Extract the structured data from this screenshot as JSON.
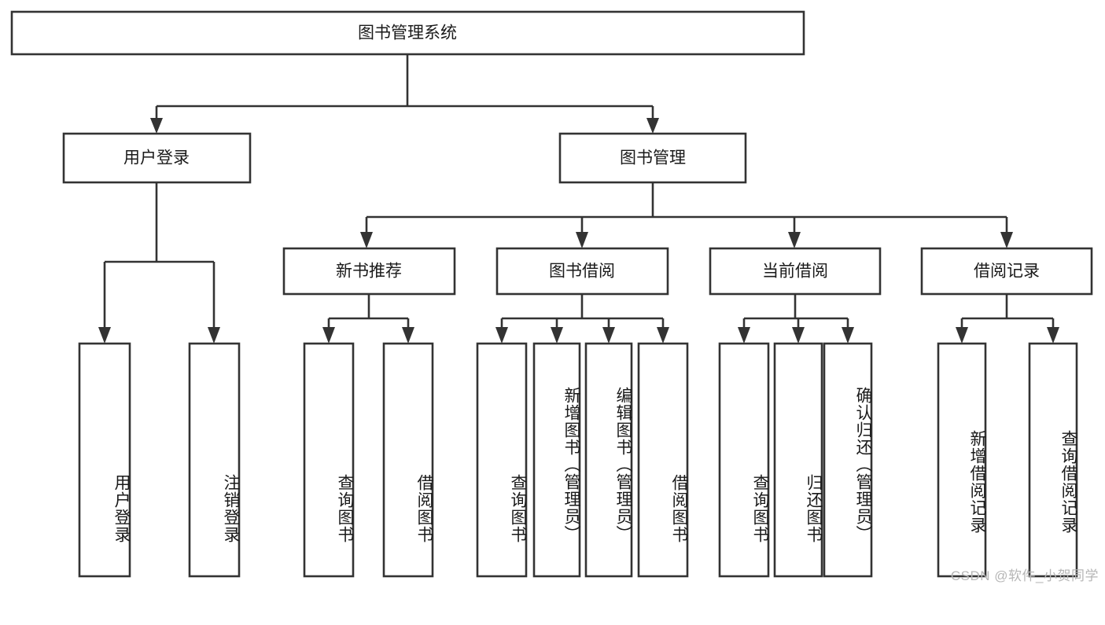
{
  "diagram": {
    "title": "图书管理系统",
    "type": "tree-hierarchy-chart",
    "root": {
      "id": "root",
      "label": "图书管理系统",
      "orientation": "horizontal"
    },
    "level2": [
      {
        "id": "user-login",
        "label": "用户登录",
        "orientation": "horizontal"
      },
      {
        "id": "book-management",
        "label": "图书管理",
        "orientation": "horizontal"
      }
    ],
    "level3": [
      {
        "id": "new-book-recommend",
        "label": "新书推荐",
        "orientation": "horizontal",
        "parent": "book-management"
      },
      {
        "id": "book-borrow",
        "label": "图书借阅",
        "orientation": "horizontal",
        "parent": "book-management"
      },
      {
        "id": "current-borrow",
        "label": "当前借阅",
        "orientation": "horizontal",
        "parent": "book-management"
      },
      {
        "id": "borrow-record",
        "label": "借阅记录",
        "orientation": "horizontal",
        "parent": "book-management"
      }
    ],
    "leaves": [
      {
        "id": "leaf-user-login",
        "label": "用户登录",
        "parent": "user-login",
        "orientation": "vertical"
      },
      {
        "id": "leaf-user-logout",
        "label": "注销登录",
        "parent": "user-login",
        "orientation": "vertical"
      },
      {
        "id": "leaf-query-book-1",
        "label": "查询图书",
        "parent": "new-book-recommend",
        "orientation": "vertical"
      },
      {
        "id": "leaf-borrow-book-1",
        "label": "借阅图书",
        "parent": "new-book-recommend",
        "orientation": "vertical"
      },
      {
        "id": "leaf-query-book-2",
        "label": "查询图书",
        "parent": "book-borrow",
        "orientation": "vertical"
      },
      {
        "id": "leaf-add-book",
        "label": "新增图书（管理员）",
        "parent": "book-borrow",
        "orientation": "vertical"
      },
      {
        "id": "leaf-edit-book",
        "label": "编辑图书（管理员）",
        "parent": "book-borrow",
        "orientation": "vertical"
      },
      {
        "id": "leaf-borrow-book-2",
        "label": "借阅图书",
        "parent": "book-borrow",
        "orientation": "vertical"
      },
      {
        "id": "leaf-query-book-3",
        "label": "查询图书",
        "parent": "current-borrow",
        "orientation": "vertical"
      },
      {
        "id": "leaf-return-book",
        "label": "归还图书",
        "parent": "current-borrow",
        "orientation": "vertical"
      },
      {
        "id": "leaf-confirm-return",
        "label": "确认归还（管理员）",
        "parent": "current-borrow",
        "orientation": "vertical"
      },
      {
        "id": "leaf-add-record",
        "label": "新增借阅记录",
        "parent": "borrow-record",
        "orientation": "vertical"
      },
      {
        "id": "leaf-query-record",
        "label": "查询借阅记录",
        "parent": "borrow-record",
        "orientation": "vertical"
      }
    ],
    "colors": {
      "box_stroke": "#333333",
      "box_fill": "#ffffff",
      "connector": "#333333",
      "text": "#1a1a1a",
      "watermark": "#b6b6b6",
      "background": "#ffffff"
    }
  },
  "watermark": {
    "text": "CSDN @软件_小贺同学"
  }
}
